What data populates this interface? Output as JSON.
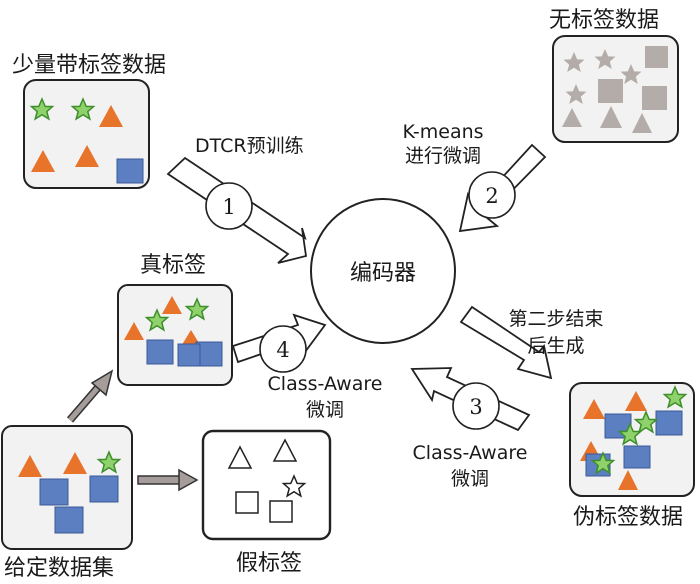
{
  "nodes": {
    "labeled_data": {
      "label": "少量带标签数据"
    },
    "unlabeled_data": {
      "label": "无标签数据"
    },
    "encoder": {
      "label": "编码器"
    },
    "true_labels": {
      "label": "真标签"
    },
    "given_dataset": {
      "label": "给定数据集"
    },
    "fake_labels": {
      "label": "假标签"
    },
    "pseudo_labeled_data": {
      "label": "伪标签数据"
    }
  },
  "edges": [
    {
      "step": "1",
      "line1": "DTCR预训练",
      "line2": ""
    },
    {
      "step": "2",
      "line1": "K-means",
      "line2": "进行微调"
    },
    {
      "step": "3",
      "line1": "Class-Aware",
      "line2": "微调"
    },
    {
      "step": "4",
      "line1": "Class-Aware",
      "line2": "微调"
    }
  ],
  "annotations": {
    "after_step2_line1": "第二步结束",
    "after_step2_line2": "后生成"
  },
  "colors": {
    "star": "#8fd16a",
    "star_stroke": "#3d8f2c",
    "triangle": "#e8732a",
    "square": "#5b7fc1",
    "gray": "#b3aca8",
    "box_fill": "#f2f2f2",
    "box_stroke": "#222222"
  }
}
